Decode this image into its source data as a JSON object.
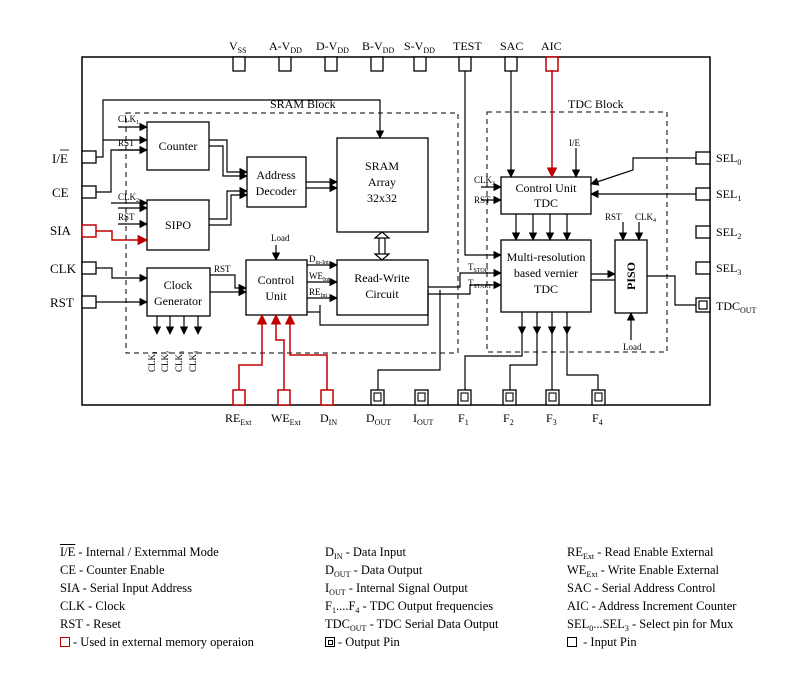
{
  "diagram": {
    "pins_top": {
      "vss": "V",
      "vss_sub": "SS",
      "avdd": "A-V",
      "avdd_sub": "DD",
      "dvdd": "D-V",
      "dvdd_sub": "DD",
      "bvdd": "B-V",
      "bvdd_sub": "DD",
      "svdd": "S-V",
      "svdd_sub": "DD",
      "test": "TEST",
      "sac": "SAC",
      "aic": "AIC"
    },
    "pins_left": {
      "ie": "I/E",
      "ce": "CE",
      "sia": "SIA",
      "clk": "CLK",
      "rst": "RST"
    },
    "pins_right": {
      "sel0": "SEL",
      "sel0_sub": "0",
      "sel1": "SEL",
      "sel1_sub": "1",
      "sel2": "SEL",
      "sel2_sub": "2",
      "sel3": "SEL",
      "sel3_sub": "3",
      "tdcout": "TDC",
      "tdcout_sub": "OUT"
    },
    "pins_bottom": {
      "re": "RE",
      "re_sub": "Ext",
      "we": "WE",
      "we_sub": "Ext",
      "din": "D",
      "din_sub": "IN",
      "dout": "D",
      "dout_sub": "OUT",
      "iout": "I",
      "iout_sub": "OUT",
      "f1": "F",
      "f1_sub": "1",
      "f2": "F",
      "f2_sub": "2",
      "f3": "F",
      "f3_sub": "3",
      "f4": "F",
      "f4_sub": "4"
    },
    "regions": {
      "sram": "SRAM Block",
      "tdc": "TDC Block"
    },
    "blocks": {
      "counter": "Counter",
      "sipo": "SIPO",
      "clock_gen_1": "Clock",
      "clock_gen_2": "Generator",
      "addr_dec_1": "Address",
      "addr_dec_2": "Decoder",
      "sram_1": "SRAM",
      "sram_2": "Array",
      "sram_3": "32x32",
      "ctrl_1": "Control",
      "ctrl_2": "Unit",
      "rw_1": "Read-Write",
      "rw_2": "Circuit",
      "tdc_ctrl_1": "Control Unit",
      "tdc_ctrl_2": "TDC",
      "mr_1": "Multi-resolution",
      "mr_2": "based vernier",
      "mr_3": "TDC",
      "piso": "PISO"
    },
    "signals": {
      "clk1": "CLK",
      "clk1_sub": "1",
      "rst_a": "RST",
      "clk2": "CLK",
      "clk2_sub": "2",
      "rst_b": "RST",
      "rst_c": "RST",
      "load_a": "Load",
      "din_int": "D",
      "din_int_sub": "in-Int",
      "we_int": "WE",
      "we_int_sub": "Int",
      "re_int": "RE",
      "re_int_sub": "Int",
      "ie_tdc": "I/E",
      "clk3": "CLK",
      "clk3_sub": "3",
      "rst_d": "RST",
      "rst_e": "RST",
      "clk4": "CLK",
      "clk4_sub": "4",
      "tstop": "T",
      "tstop_sub": "STOP",
      "tstart": "T",
      "tstart_sub": "START",
      "load_b": "Load",
      "clkout_1": "CLK",
      "clkout_1_sub": "1",
      "clkout_2": "CLK",
      "clkout_2_sub": "2",
      "clkout_3": "CLK",
      "clkout_3_sub": "3",
      "clkout_4": "CLK",
      "clkout_4_sub": "4"
    }
  },
  "legend": {
    "col1": [
      {
        "term": "I/E",
        "desc": " - Internal / Externmal Mode"
      },
      {
        "term": "CE",
        "desc": " - Counter Enable"
      },
      {
        "term": "SIA",
        "desc": " - Serial Input Address"
      },
      {
        "term": "CLK",
        "desc": " - Clock"
      },
      {
        "term": "RST",
        "desc": " - Reset"
      },
      {
        "term": "",
        "desc": "- Used in external memory operaion"
      }
    ],
    "col2": [
      {
        "term": "D",
        "sub": "IN",
        "desc": " - Data Input"
      },
      {
        "term": "D",
        "sub": "OUT",
        "desc": " - Data Output"
      },
      {
        "term": "I",
        "sub": "OUT",
        "desc": " - Internal Signal Output"
      },
      {
        "term": "F",
        "sub": "1",
        "mid": "....F",
        "sub2": "4",
        "desc": " - TDC Output frequencies"
      },
      {
        "term": "TDC",
        "sub": "OUT",
        "desc": " - TDC Serial Data Output"
      },
      {
        "term": "",
        "desc": "- Output Pin"
      }
    ],
    "col3": [
      {
        "term": "RE",
        "sub": "Ext",
        "desc": " - Read Enable External"
      },
      {
        "term": "WE",
        "sub": "Ext",
        "desc": " - Write Enable External"
      },
      {
        "term": "SAC",
        "desc": " - Serial Address Control"
      },
      {
        "term": "AIC",
        "desc": " - Address Increment Counter"
      },
      {
        "term": "SEL",
        "sub": "0",
        "mid": "...SEL",
        "sub2": "3",
        "desc": " - Select pin for Mux"
      },
      {
        "term": "",
        "desc": " - Input Pin"
      }
    ]
  },
  "colors": {
    "external": "#c00000",
    "line": "#000000"
  }
}
